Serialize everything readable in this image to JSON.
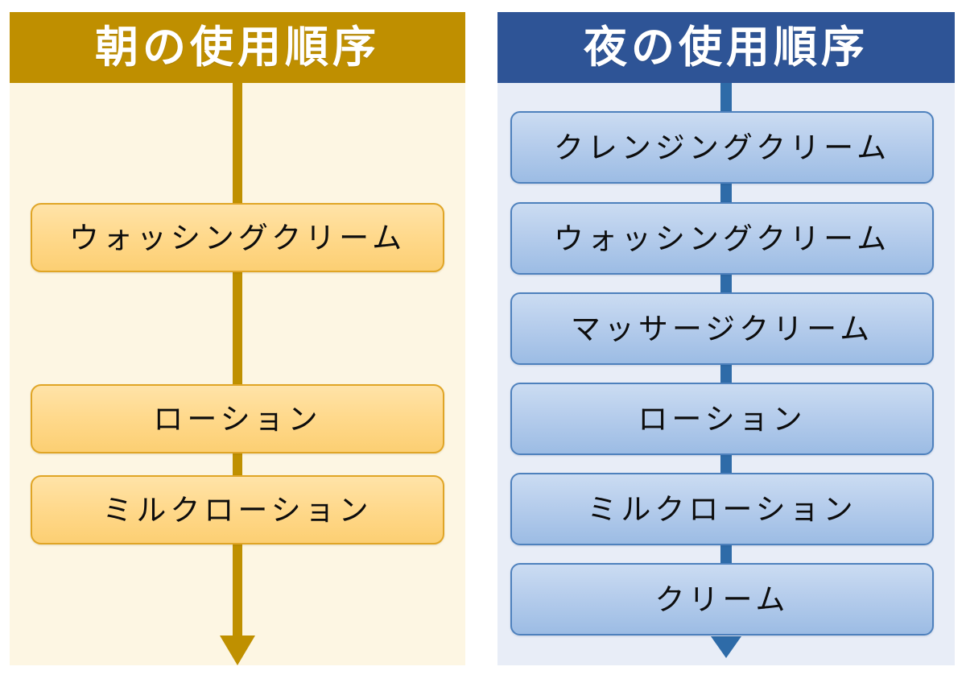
{
  "diagram": {
    "type": "two-column-flowchart",
    "columns": [
      {
        "id": "morning",
        "title": "朝の使用順序",
        "header_color": "#BF8F00",
        "panel_color": "#FDF6E3",
        "box_fill_top": "#FFE3A8",
        "box_fill_bottom": "#FCCF73",
        "box_border": "#E0A526",
        "connector_color": "#BF9000",
        "steps": [
          {
            "index": 1,
            "label": "ウォッシングクリーム"
          },
          {
            "index": 2,
            "label": "ローション"
          },
          {
            "index": 3,
            "label": "ミルクローション"
          }
        ]
      },
      {
        "id": "night",
        "title": "夜の使用順序",
        "header_color": "#2E5496",
        "panel_color": "#E8EDF7",
        "box_fill_top": "#CBDCF2",
        "box_fill_bottom": "#9CBCE4",
        "box_border": "#4E81BD",
        "connector_color": "#2E6BA8",
        "steps": [
          {
            "index": 1,
            "label": "クレンジングクリーム"
          },
          {
            "index": 2,
            "label": "ウォッシングクリーム"
          },
          {
            "index": 3,
            "label": "マッサージクリーム"
          },
          {
            "index": 4,
            "label": "ローション"
          },
          {
            "index": 5,
            "label": "ミルクローション"
          },
          {
            "index": 6,
            "label": "クリーム"
          }
        ]
      }
    ]
  }
}
